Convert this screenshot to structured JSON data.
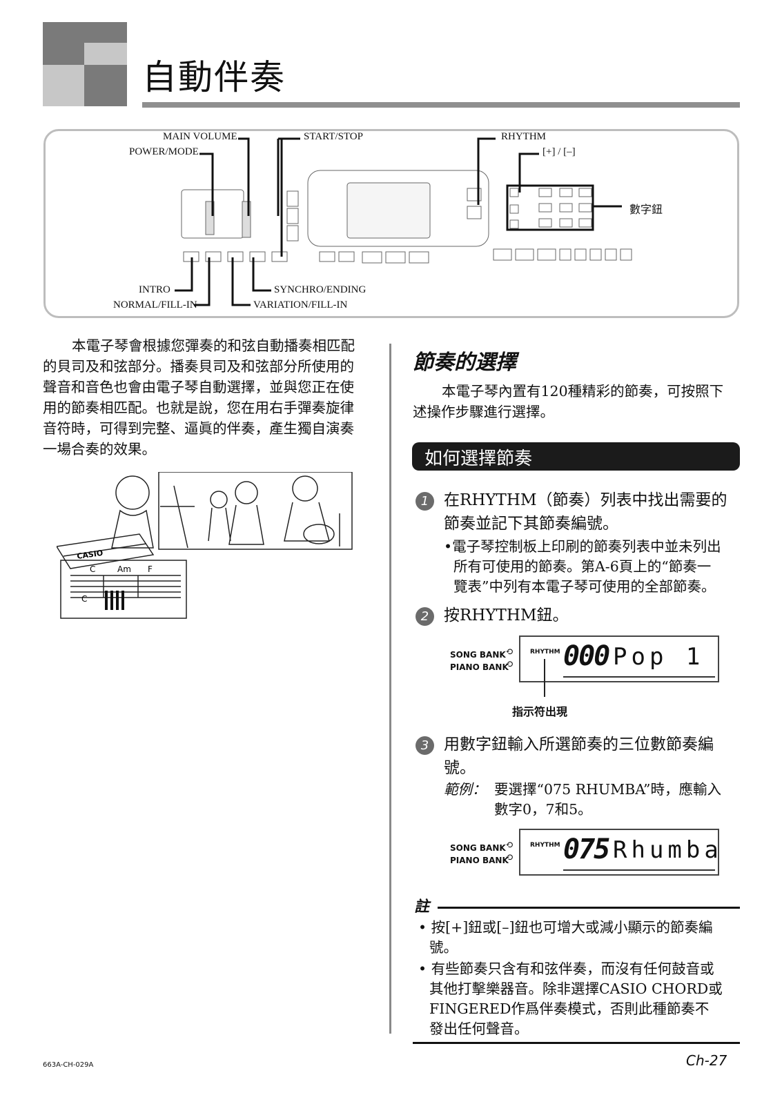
{
  "header": {
    "title": "自動伴奏"
  },
  "panel_labels": {
    "main_volume": "MAIN VOLUME",
    "power_mode": "POWER/MODE",
    "start_stop": "START/STOP",
    "rhythm": "RHYTHM",
    "plus_minus": "[+] / [–]",
    "number_buttons": "數字鈕",
    "intro": "INTRO",
    "normal_fill": "NORMAL/FILL-IN",
    "synchro_ending": "SYNCHRO/ENDING",
    "variation_fill": "VARIATION/FILL-IN"
  },
  "intro_paragraph": [
    "本電子琴會根據您彈奏的和弦自動播奏相匹配",
    "的貝司及和弦部分。播奏貝司及和弦部分所使用的",
    "聲音和音色也會由電子琴自動選擇，並與您正在使",
    "用的節奏相匹配。也就是說，您在用右手彈奏旋律",
    "音符時，可得到完整、逼眞的伴奏，產生獨自演奏",
    "一場合奏的效果。"
  ],
  "illustration": {
    "brand": "CASIO",
    "chords": [
      "C",
      "Am",
      "F"
    ],
    "chord_lower": "C"
  },
  "section": {
    "title": "節奏的選擇",
    "intro": [
      "本電子琴內置有120種精彩的節奏，可按照下",
      "述操作步驟進行選擇。"
    ],
    "subheading": "如何選擇節奏"
  },
  "steps": [
    {
      "num": "1",
      "lines": [
        "在RHYTHM（節奏）列表中找出需要的",
        "節奏並記下其節奏編號。"
      ],
      "bullet": [
        "•電子琴控制板上印刷的節奏列表中並未列出",
        "所有可使用的節奏。第A-6頁上的“節奏一",
        "覽表”中列有本電子琴可使用的全部節奏。"
      ]
    },
    {
      "num": "2",
      "lines": [
        "按RHYTHM鈕。"
      ]
    },
    {
      "num": "3",
      "lines": [
        "用數字鈕輸入所選節奏的三位數節奏編",
        "號。"
      ],
      "example_label": "範例：",
      "example_lines": [
        "要選擇“075 RHUMBA”時，應輸入",
        "數字0，7和5。"
      ]
    }
  ],
  "lcd1": {
    "song_bank": "SONG BANK",
    "piano_bank": "PIANO BANK",
    "rhythm": "RHYTHM",
    "number": "000",
    "name": "Pop 1",
    "caption": "指示符出現"
  },
  "lcd2": {
    "song_bank": "SONG BANK",
    "piano_bank": "PIANO BANK",
    "rhythm": "RHYTHM",
    "number": "075",
    "name": "Rhumba"
  },
  "note": {
    "heading": "註",
    "items": [
      [
        "• 按[+]鈕或[–]鈕也可增大或減小顯示的節奏編",
        "號。"
      ],
      [
        "• 有些節奏只含有和弦伴奏，而沒有任何鼓音或",
        "其他打擊樂器音。除非選擇CASIO CHORD或",
        "FINGERED作爲伴奏模式，否則此種節奏不",
        "發出任何聲音。"
      ]
    ]
  },
  "footer": {
    "code": "663A-CH-029A",
    "page": "Ch-27"
  }
}
